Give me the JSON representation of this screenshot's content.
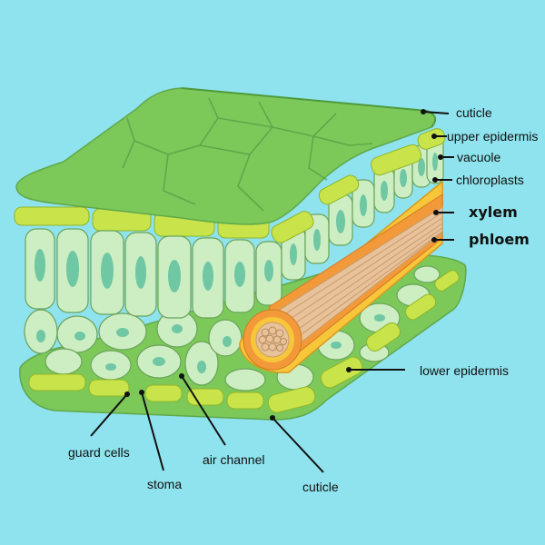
{
  "colors": {
    "background": "#8fe3ee",
    "leaf_green": "#7cc95a",
    "cell_pale": "#cdeec3",
    "nucleus": "#6fc7a4",
    "epidermis_yellow": "#c9e44a",
    "bundle_orange": "#f29a3a",
    "bundle_yellow": "#f7c63b",
    "xylem_tan": "#e8c29a"
  },
  "labels": {
    "cuticle_top": "cuticle",
    "upper_epidermis": "upper epidermis",
    "vacuole": "vacuole",
    "chloroplasts": "chloroplasts",
    "xylem": "xylem",
    "phloem": "phloem",
    "lower_epidermis": "lower epidermis",
    "guard_cells": "guard cells",
    "stoma": "stoma",
    "air_channel": "air channel",
    "cuticle_bottom": "cuticle"
  }
}
